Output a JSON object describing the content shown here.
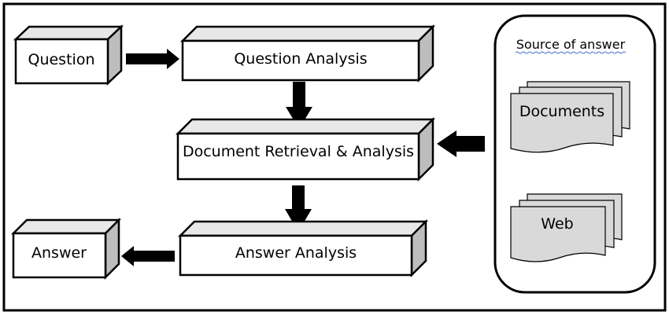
{
  "colors": {
    "stroke": "#000000",
    "box_face": "#ffffff",
    "box_side": "#bdbdbd",
    "box_top": "#e8e8e8",
    "doc_fill": "#d9d9d9",
    "arrow": "#000000"
  },
  "diagram": {
    "nodes": {
      "question": "Question",
      "question_analysis": "Question Analysis",
      "document_retrieval": "Document Retrieval & Analysis",
      "answer_analysis": "Answer Analysis",
      "answer": "Answer"
    },
    "source": {
      "title": "Source of answer",
      "documents": "Documents",
      "web": "Web"
    }
  }
}
